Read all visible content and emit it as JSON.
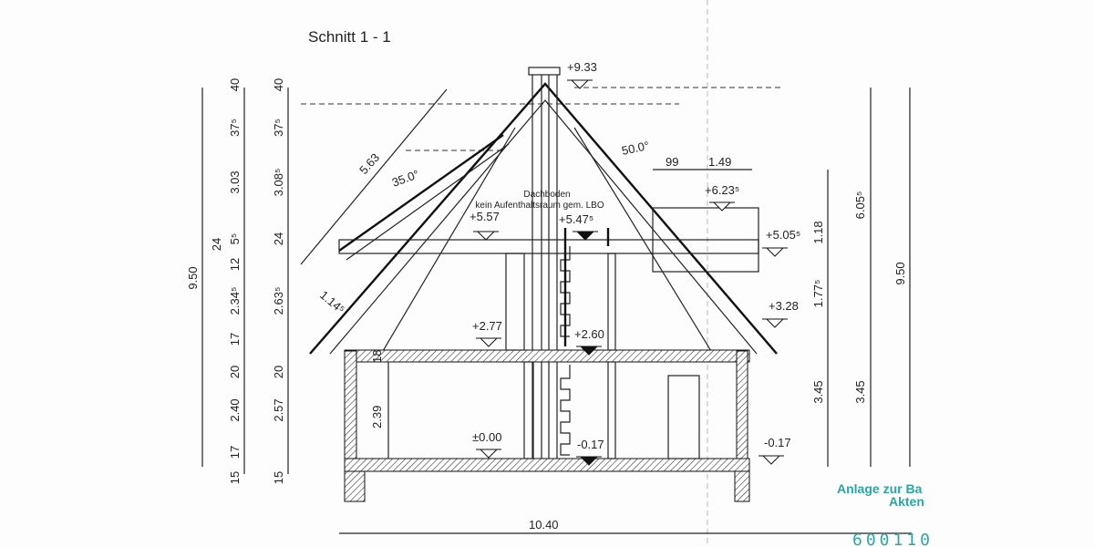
{
  "title": "Schnitt 1 - 1",
  "room_label": [
    "Dachboden",
    "kein Aufenthaltsraum gem. LBO"
  ],
  "left_dims": {
    "col1": [
      "40",
      "37⁵",
      "3.03",
      "5⁵",
      "24",
      "12",
      "2.34⁵",
      "17",
      "20",
      "2.40",
      "17",
      "15"
    ],
    "total": "9.50",
    "col2": [
      "40",
      "37⁵",
      "3.08⁵",
      "24",
      "2.63⁵",
      "20",
      "2.57",
      "15"
    ]
  },
  "levels": {
    "ridge": "+9.33",
    "dormer_top": "+6.23⁵",
    "eaves_right": "+5.05⁵",
    "knee_right": "+3.28",
    "ground_out": "-0.17",
    "floor_0": "±0.00",
    "floor_1": "+2.77",
    "stair_landing": "+2.60",
    "stair_bottom": "-0.17",
    "attic_left": "+5.57",
    "attic_right": "+5.47⁵"
  },
  "roof": {
    "angle_main": "50.0°",
    "angle_dormer": "35.0°",
    "rafter_length": "5.63",
    "overhang": "1.14⁵",
    "dormer_w1": "99",
    "dormer_w2": "1.49"
  },
  "inner_dims": {
    "slab": "18",
    "ground_height": "2.39"
  },
  "width_dim": "10.40",
  "right_dims": {
    "col1": [
      "1.18",
      "1.77⁵",
      "3.45"
    ],
    "col2": [
      "6.05⁵",
      "3.45"
    ],
    "total": "9.50"
  },
  "stamp": {
    "line1": "Anlage zur Ba",
    "line2": "Akten",
    "number": "600110"
  },
  "colors": {
    "ink": "#222222",
    "stamp": "#2aa6a6"
  }
}
